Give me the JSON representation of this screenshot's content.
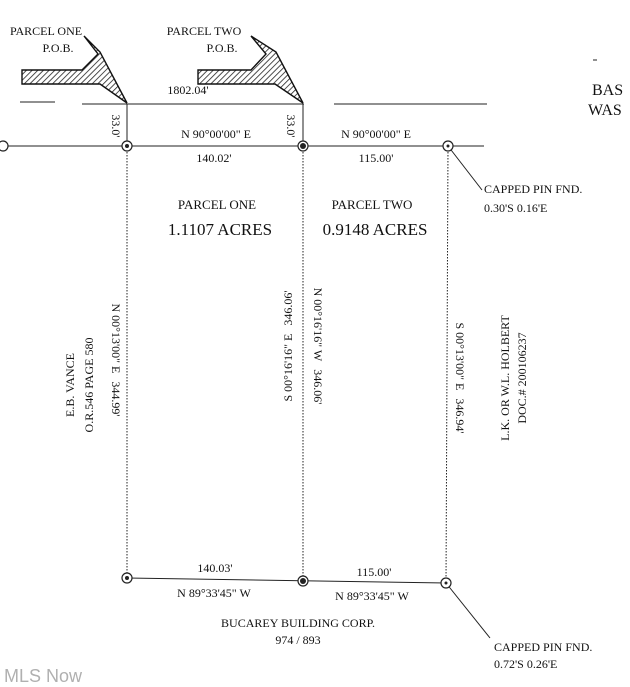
{
  "pob": {
    "parcel_one": [
      "PARCEL ONE",
      "P.O.B."
    ],
    "parcel_two": [
      "PARCEL TWO",
      "P.O.B."
    ]
  },
  "top_distance": "1802.04'",
  "offsets": {
    "left": "33.0'",
    "middle": "33.0'"
  },
  "north_line": {
    "bearing_one": "N 90°00'00\" E",
    "bearing_two": "N 90°00'00\" E",
    "dist_one": "140.02'",
    "dist_two": "115.00'"
  },
  "south_line": {
    "dist_one": "140.03'",
    "dist_two": "115.00'",
    "bearing_one": "N 89°33'45\" W",
    "bearing_two": "N 89°33'45\" W"
  },
  "parcels": [
    {
      "name": "PARCEL ONE",
      "area": "1.1107 ACRES"
    },
    {
      "name": "PARCEL TWO",
      "area": "0.9148 ACRES"
    }
  ],
  "side_lines": {
    "west": [
      "N 00°13'00\" E",
      "344.99'"
    ],
    "middle_left": [
      "S 00°16'16\" E",
      "346.06'"
    ],
    "middle_right": [
      "N 00°16'16\" W",
      "346.06'"
    ],
    "east": [
      "S 00°13'00\" E",
      "346.94'"
    ]
  },
  "adjoiners": {
    "west": [
      "E.B. VANCE",
      "O.R.546 PAGE 580"
    ],
    "east": [
      "L.K. OR W.L. HOLBERT",
      "DOC.# 200106237"
    ],
    "south": [
      "BUCAREY BUILDING CORP.",
      "974 / 893"
    ]
  },
  "pins": {
    "ne": [
      "CAPPED PIN FND.",
      "0.30'S 0.16'E"
    ],
    "se": [
      "CAPPED PIN FND.",
      "0.72'S 0.26'E"
    ]
  },
  "edge_note": [
    "BAS",
    "WAS"
  ],
  "watermark": "MLS Now"
}
